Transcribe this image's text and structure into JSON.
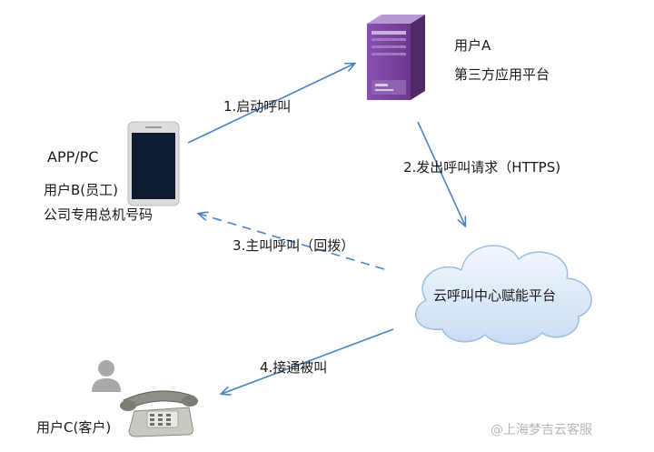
{
  "nodes": {
    "user_a": {
      "line1": "用户A",
      "line2": "第三方应用平台"
    },
    "user_b": {
      "line1": "APP/PC",
      "line2": "用户B(员工)",
      "line3": "公司专用总机号码"
    },
    "cloud": {
      "label": "云呼叫中心赋能平台"
    },
    "user_c": {
      "label": "用户C(客户)"
    }
  },
  "steps": [
    {
      "label": "1.启动呼叫"
    },
    {
      "label": "2.发出呼叫请求（HTTPS)"
    },
    {
      "label": "3.主叫呼叫（回拨）"
    },
    {
      "label": "4.接通被叫"
    }
  ],
  "watermark": {
    "label": "@上海梦吉云客服"
  },
  "colors": {
    "arrow": "#4a84c4",
    "server_body": "#6b3a8c",
    "cloud_fill": "#dbe9f7",
    "phone_screen": "#0f1b30"
  }
}
